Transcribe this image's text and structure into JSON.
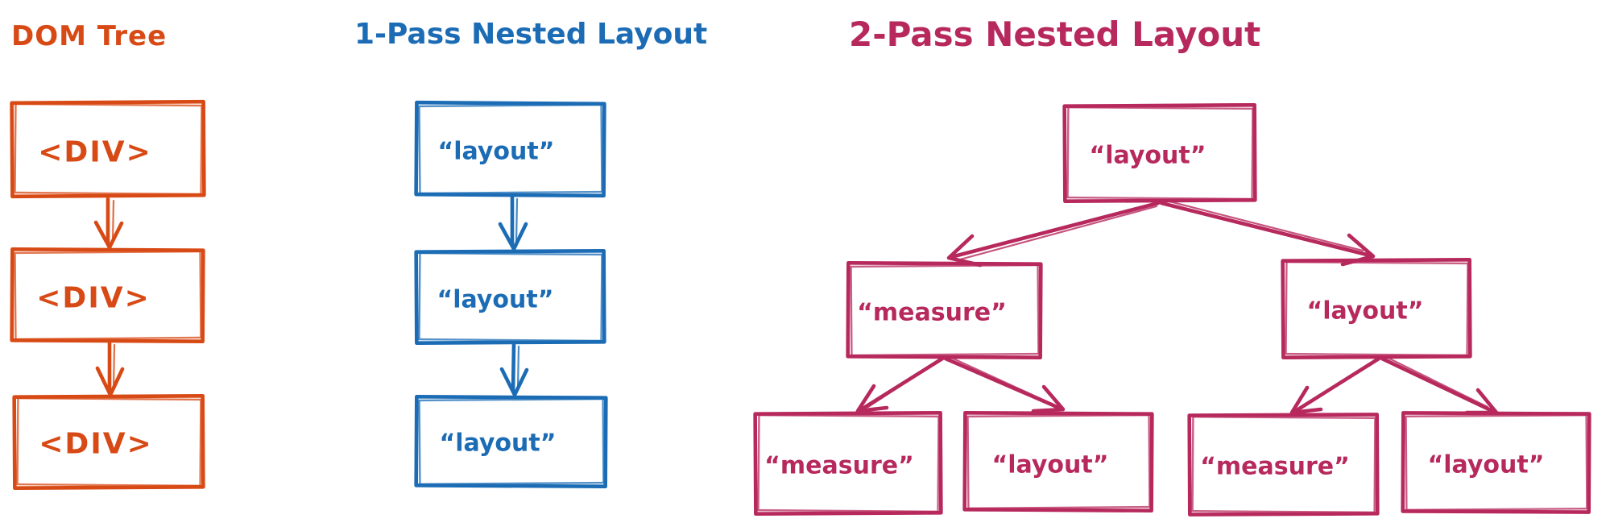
{
  "background": "#ffffff",
  "panels": {
    "dom": {
      "title": "DOM Tree",
      "color": "#d84a15",
      "nodes": [
        "<DIV>",
        "<DIV>",
        "<DIV>"
      ]
    },
    "onepass": {
      "title": "1-Pass Nested Layout",
      "color": "#1b6cb5",
      "nodes": [
        "“layout”",
        "“layout”",
        "“layout”"
      ]
    },
    "twopass": {
      "title": "2-Pass Nested Layout",
      "color": "#b7295c",
      "root": "“layout”",
      "branches": [
        {
          "label": "“measure”",
          "children": [
            "“measure”",
            "“layout”"
          ]
        },
        {
          "label": "“layout”",
          "children": [
            "“measure”",
            "“layout”"
          ]
        }
      ]
    }
  }
}
